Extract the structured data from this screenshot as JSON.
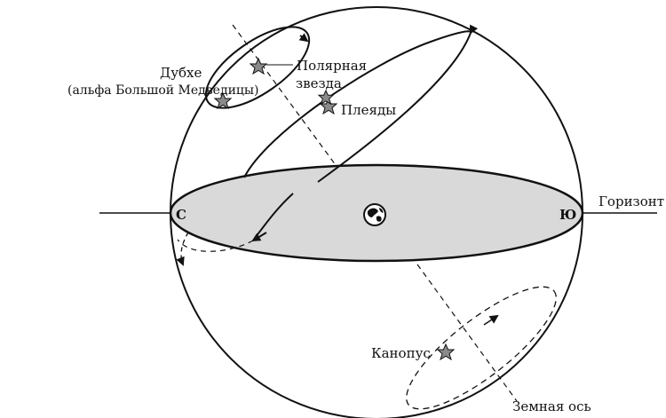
{
  "labels": {
    "dubhe": "Дубхе",
    "dubhe_sub": "(альфа Большой Медведицы)",
    "polaris_line1": "Полярная",
    "polaris_line2": "звезда",
    "pleiades": "Плеяды",
    "north": "С",
    "south": "Ю",
    "horizon": "Горизонт",
    "canopus": "Канопус",
    "earth_axis": "Земная ось"
  },
  "colors": {
    "stroke": "#111111",
    "horizon_fill": "#d9d9d9",
    "star_fill": "#8a8a8a"
  }
}
